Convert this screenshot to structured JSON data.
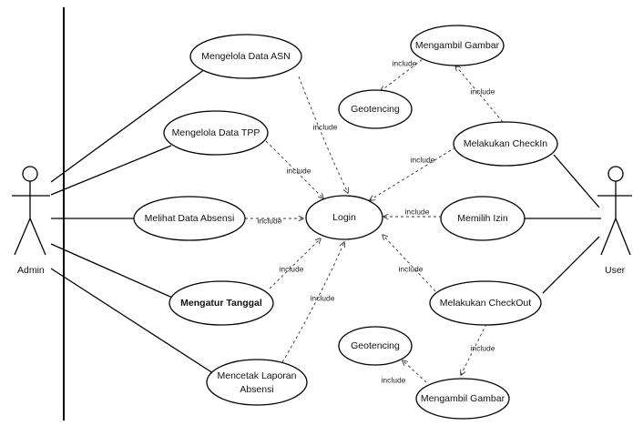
{
  "actors": {
    "admin": {
      "label": "Admin"
    },
    "user": {
      "label": "User"
    }
  },
  "use_cases": {
    "mengelola_asn": "Mengelola Data ASN",
    "mengelola_tpp": "Mengelola Data TPP",
    "melihat_absensi": "Melihat Data Absensi",
    "mengatur_tanggal": "Mengatur Tanggal",
    "mencetak_laporan_1": "Mencetak Laporan",
    "mencetak_laporan_2": "Absensi",
    "login": "Login",
    "mengambil_gambar_top": "Mengambil Gambar",
    "geotencing_top": "Geotencing",
    "melakukan_checkin": "Melakukan CheckIn",
    "memilih_izin": "Memilih Izin",
    "melakukan_checkout": "Melakukan CheckOut",
    "geotencing_bottom": "Geotencing",
    "mengambil_gambar_bottom": "Mengambil Gambar"
  },
  "relations": {
    "include": "include"
  }
}
